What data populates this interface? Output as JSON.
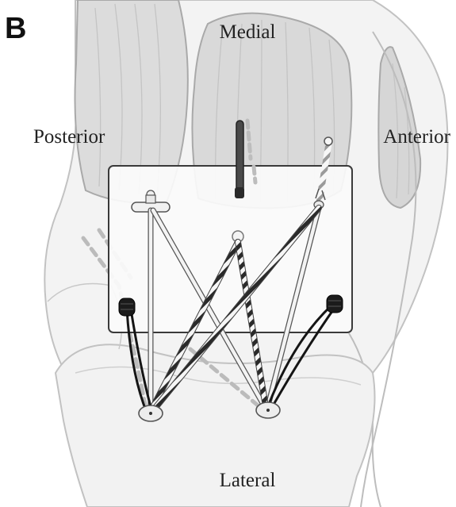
{
  "panel_label": "B",
  "orientation_labels": {
    "top": "Medial",
    "left": "Posterior",
    "right": "Anterior",
    "bottom": "Lateral"
  },
  "colors": {
    "bone_fill": "#f3f3f3",
    "bone_outline": "#b9b9b9",
    "muscle_fill": "#dedede",
    "inset_frame": "#3a3a3a",
    "graft_light": "#f6f6f6",
    "graft_dark": "#2a2a2a",
    "suture_black": "#151515"
  },
  "icons": [
    "femoral-tunnel-icon",
    "tibial-tunnel-icon",
    "suture-anchor-icon",
    "button-fixation-icon"
  ]
}
